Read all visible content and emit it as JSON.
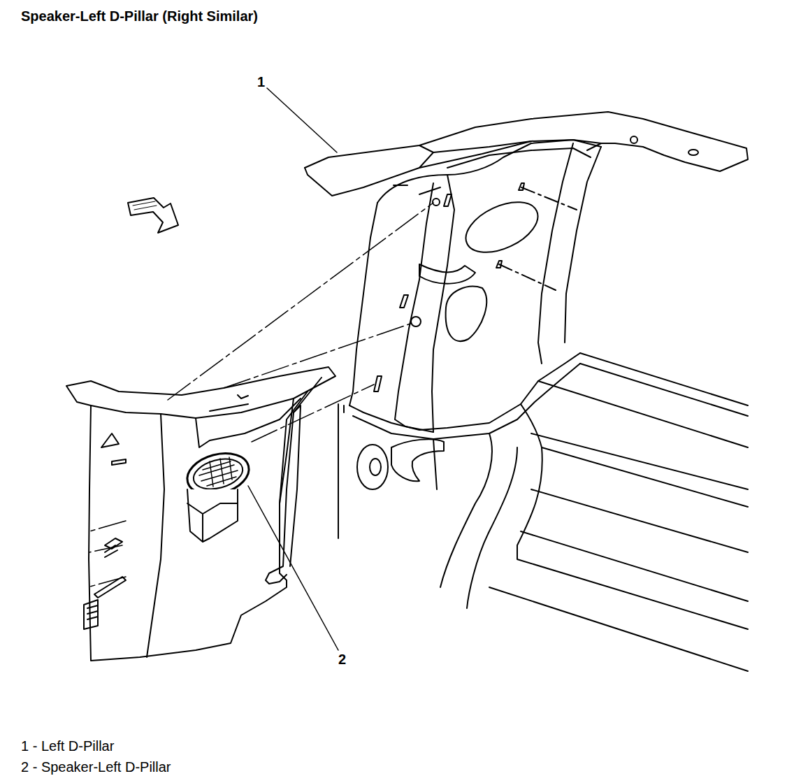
{
  "diagram": {
    "title": "Speaker-Left D-Pillar (Right Similar)",
    "labels": [
      "1",
      "2",
      "1 - Left D-Pillar",
      "2 - Speaker-Left D-Pillar"
    ]
  }
}
